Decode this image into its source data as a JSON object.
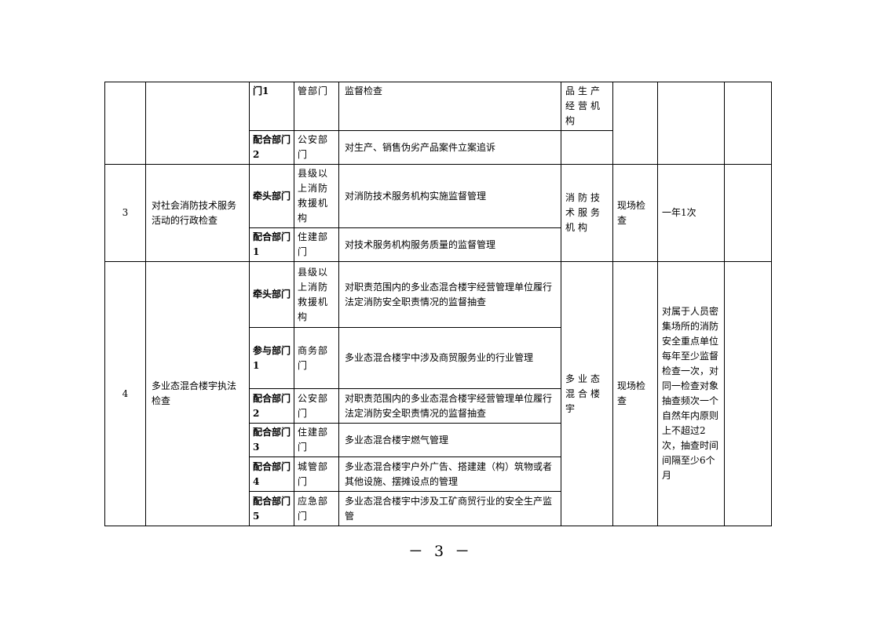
{
  "rows": {
    "r1": {
      "role_a": "门1",
      "org_a": "管部门",
      "task_a": "监督检查",
      "target": "品生产经营机构",
      "role_b": "配合部门2",
      "org_b": "公安部门",
      "task_b": "对生产、销售伪劣产品案件立案追诉"
    },
    "r3": {
      "num": "3",
      "item": "对社会消防技术服务活动的行政检查",
      "role_a": "牵头部门",
      "org_a": "县级以上消防救援机构",
      "task_a": "对消防技术服务机构实施监督管理",
      "role_b": "配合部门1",
      "org_b": "住建部门",
      "task_b": "对技术服务机构服务质量的监督管理",
      "target": "消防技术服务机构",
      "method": "现场检查",
      "frequency": "一年1次"
    },
    "r4": {
      "num": "4",
      "item": "多业态混合楼宇执法检查",
      "target": "多业态混合楼宇",
      "method": "现场检查",
      "frequency": "对属于人员密集场所的消防安全重点单位每年至少监督检查一次，对同一检查对象抽查频次一个自然年内原则上不超过2次，抽查时间间隔至少6个月",
      "sub": [
        {
          "role": "牵头部门",
          "org": "县级以上消防救援机构",
          "task": "对职责范围内的多业态混合楼宇经营管理单位履行法定消防安全职责情况的监督抽查"
        },
        {
          "role": "参与部门1",
          "org": "商务部门",
          "task": "多业态混合楼宇中涉及商贸服务业的行业管理"
        },
        {
          "role": "配合部门2",
          "org": "公安部门",
          "task": "对职责范围内的多业态混合楼宇经营管理单位履行法定消防安全职责情况的监督抽查"
        },
        {
          "role": "配合部门3",
          "org": "住建部门",
          "task": "多业态混合楼宇燃气管理"
        },
        {
          "role": "配合部门4",
          "org": "城管部门",
          "task": "多业态混合楼宇户外广告、搭建建（构）筑物或者其他设施、摆摊设点的管理"
        },
        {
          "role": "配合部门5",
          "org": "应急部门",
          "task": "多业态混合楼宇中涉及工矿商贸行业的安全生产监管"
        }
      ]
    }
  },
  "page_number": "－ 3 －"
}
